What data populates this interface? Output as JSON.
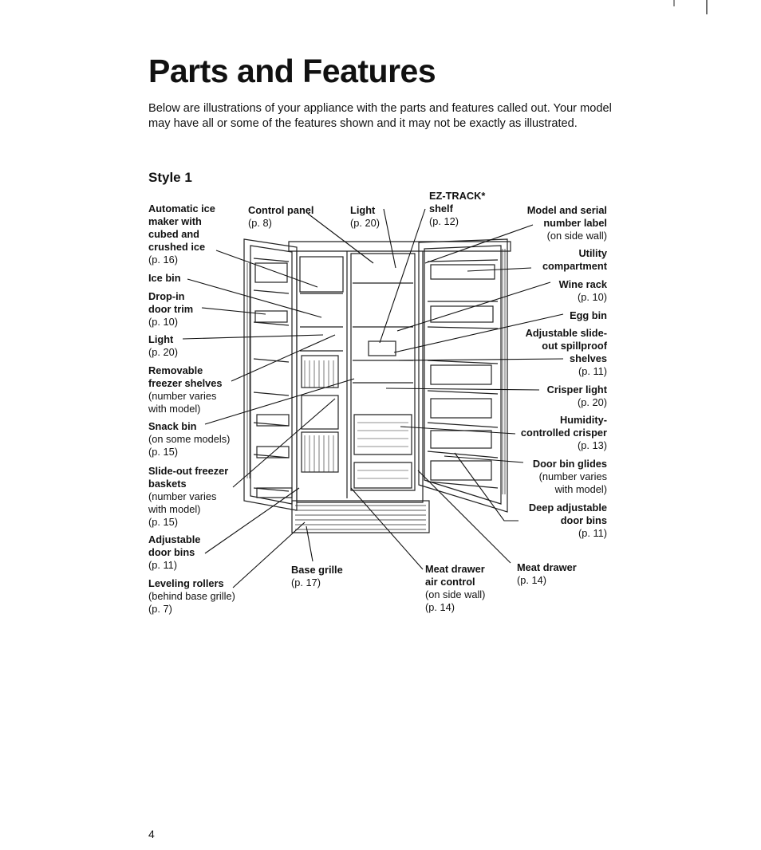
{
  "title": "Parts and Features",
  "intro": "Below are illustrations of your appliance with the parts and features called out. Your model may have all or some of the features shown and it may not be exactly as illustrated.",
  "style_heading": "Style 1",
  "labels": {
    "ice_maker": {
      "name": "Automatic ice maker with cubed and crushed ice",
      "ref": "(p. 16)"
    },
    "ice_bin": {
      "name": "Ice bin"
    },
    "drop_in_trim": {
      "name": "Drop-in door trim",
      "ref": "(p. 10)"
    },
    "light_left": {
      "name": "Light",
      "ref": "(p. 20)"
    },
    "freezer_shelves": {
      "name": "Removable freezer shelves",
      "note": "(number varies with model)"
    },
    "snack_bin": {
      "name": "Snack bin",
      "note": "(on some models)",
      "ref": "(p. 15)"
    },
    "freezer_baskets": {
      "name": "Slide-out freezer baskets",
      "note": "(number varies with model)",
      "ref": "(p. 15)"
    },
    "adj_door_bins_left": {
      "name": "Adjustable door bins",
      "ref": "(p. 11)"
    },
    "leveling_rollers": {
      "name": "Leveling rollers",
      "note": "(behind base grille)",
      "ref": "(p. 7)"
    },
    "control_panel": {
      "name": "Control panel",
      "ref": "(p. 8)"
    },
    "light_top": {
      "name": "Light",
      "ref": "(p. 20)"
    },
    "ez_track": {
      "name": "EZ-TRACK* shelf",
      "ref": "(p. 12)"
    },
    "model_serial": {
      "name": "Model and serial number label",
      "note": "(on side wall)"
    },
    "utility": {
      "name": "Utility compartment"
    },
    "wine_rack": {
      "name": "Wine rack",
      "ref": "(p. 10)"
    },
    "egg_bin": {
      "name": "Egg bin"
    },
    "spillproof": {
      "name": "Adjustable slide-out spillproof shelves",
      "ref": "(p. 11)"
    },
    "crisper_light": {
      "name": "Crisper light",
      "ref": "(p. 20)"
    },
    "humidity": {
      "name": "Humidity-controlled crisper",
      "ref": "(p. 13)"
    },
    "door_bin_glides": {
      "name": "Door bin glides",
      "note": "(number varies with model)"
    },
    "deep_door_bins": {
      "name": "Deep adjustable door bins",
      "ref": "(p. 11)"
    },
    "base_grille": {
      "name": "Base grille",
      "ref": "(p. 17)"
    },
    "meat_air": {
      "name": "Meat drawer air control",
      "note": "(on side wall)",
      "ref": "(p. 14)"
    },
    "meat_drawer": {
      "name": "Meat drawer",
      "ref": "(p. 14)"
    }
  },
  "page_number": "4"
}
